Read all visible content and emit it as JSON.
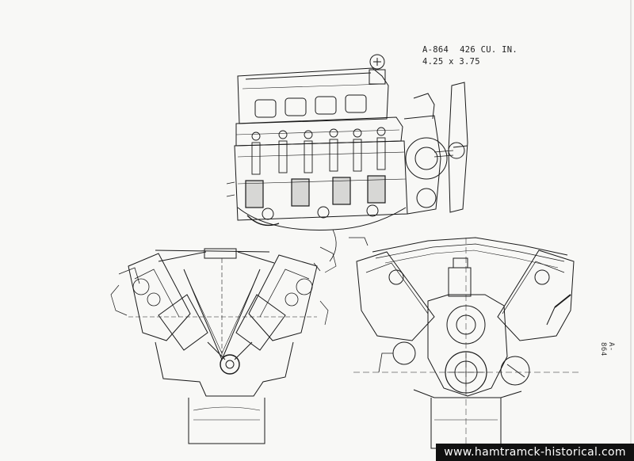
{
  "spec": {
    "code": "A-864",
    "displacement": "426 CU. IN.",
    "bore_stroke": "4.25 x 3.75"
  },
  "side_code": "A-864",
  "watermark": "www.hamtramck-historical.com",
  "colors": {
    "ink": "#1a1a1a",
    "paper": "#f8f8f6",
    "watermark_bg": "#111111"
  }
}
